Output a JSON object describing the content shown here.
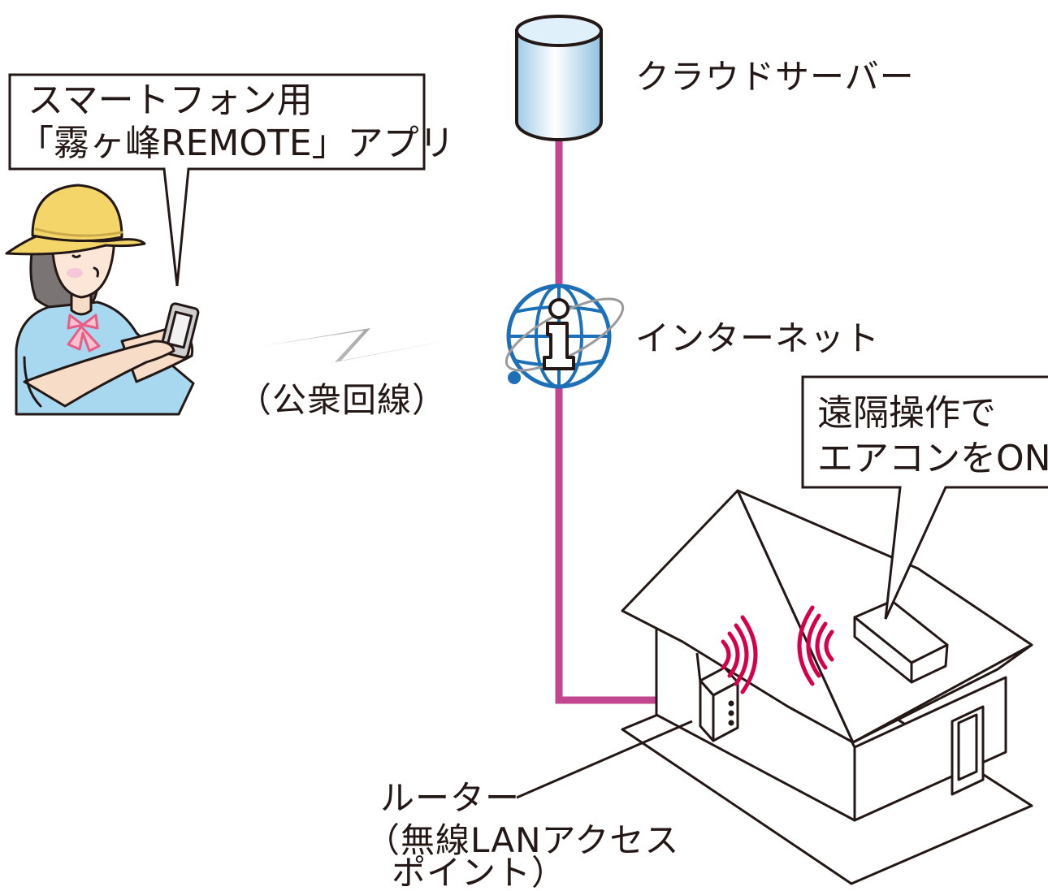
{
  "bubbles": {
    "app_line1": "スマートフォン用",
    "app_line2": "「霧ヶ峰REMOTE」アプリ",
    "remote_line1": "遠隔操作で",
    "remote_line2": "エアコンをON"
  },
  "labels": {
    "cloud_server": "クラウドサーバー",
    "internet": "インターネット",
    "public_line": "（公衆回線）",
    "router_line1": "ルーター",
    "router_line2": "（無線LANアクセス",
    "router_line3": "ポイント）"
  },
  "colors": {
    "connection_line": "#c1478f",
    "wifi_waves": "#d6004a",
    "globe_blue": "#1d70b7",
    "server_blue": "#bfe0f2",
    "hat_yellow": "#f4d56a",
    "shirt_blue": "#a8d7f0",
    "ribbon_pink": "#e65d86",
    "signal_gray": "#8a8a8a"
  },
  "icons": [
    "cloud-server-icon",
    "internet-globe-icon",
    "person-with-smartphone-icon",
    "lightning-signal-icon",
    "house-icon",
    "router-icon",
    "air-conditioner-icon",
    "wifi-wave-icon"
  ]
}
